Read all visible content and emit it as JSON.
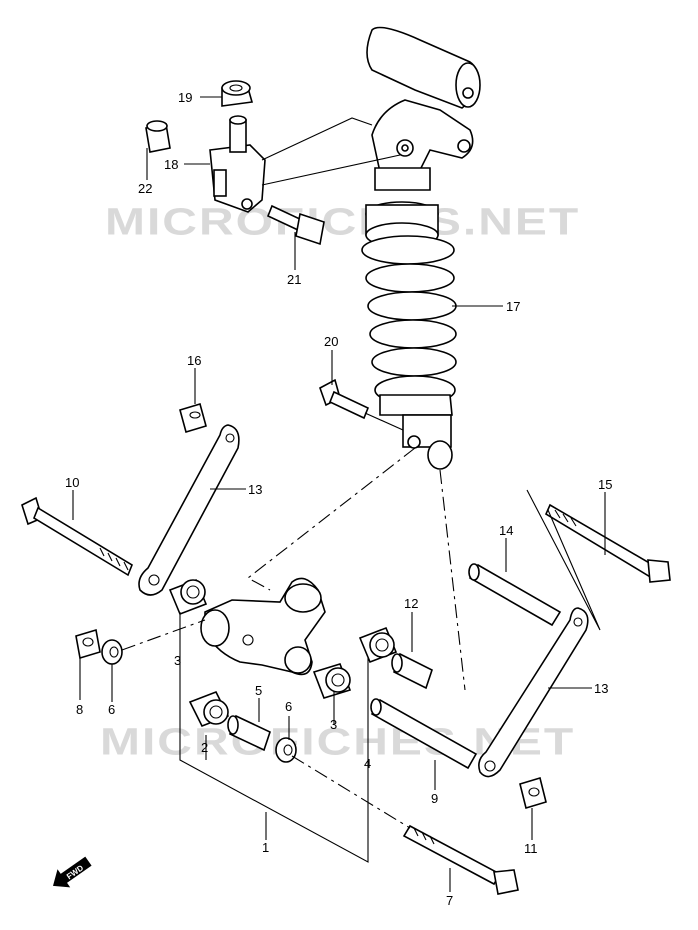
{
  "watermark": "MICROFICHES.NET",
  "fwd_label": "FWD",
  "callouts": {
    "c1": "1",
    "c2": "2",
    "c3a": "3",
    "c3b": "3",
    "c4": "4",
    "c5": "5",
    "c6a": "6",
    "c6b": "6",
    "c7": "7",
    "c8": "8",
    "c9": "9",
    "c10": "10",
    "c11": "11",
    "c12": "12",
    "c13a": "13",
    "c13b": "13",
    "c14": "14",
    "c15": "15",
    "c16": "16",
    "c17": "17",
    "c18": "18",
    "c19": "19",
    "c20": "20",
    "c21": "21",
    "c22": "22"
  }
}
